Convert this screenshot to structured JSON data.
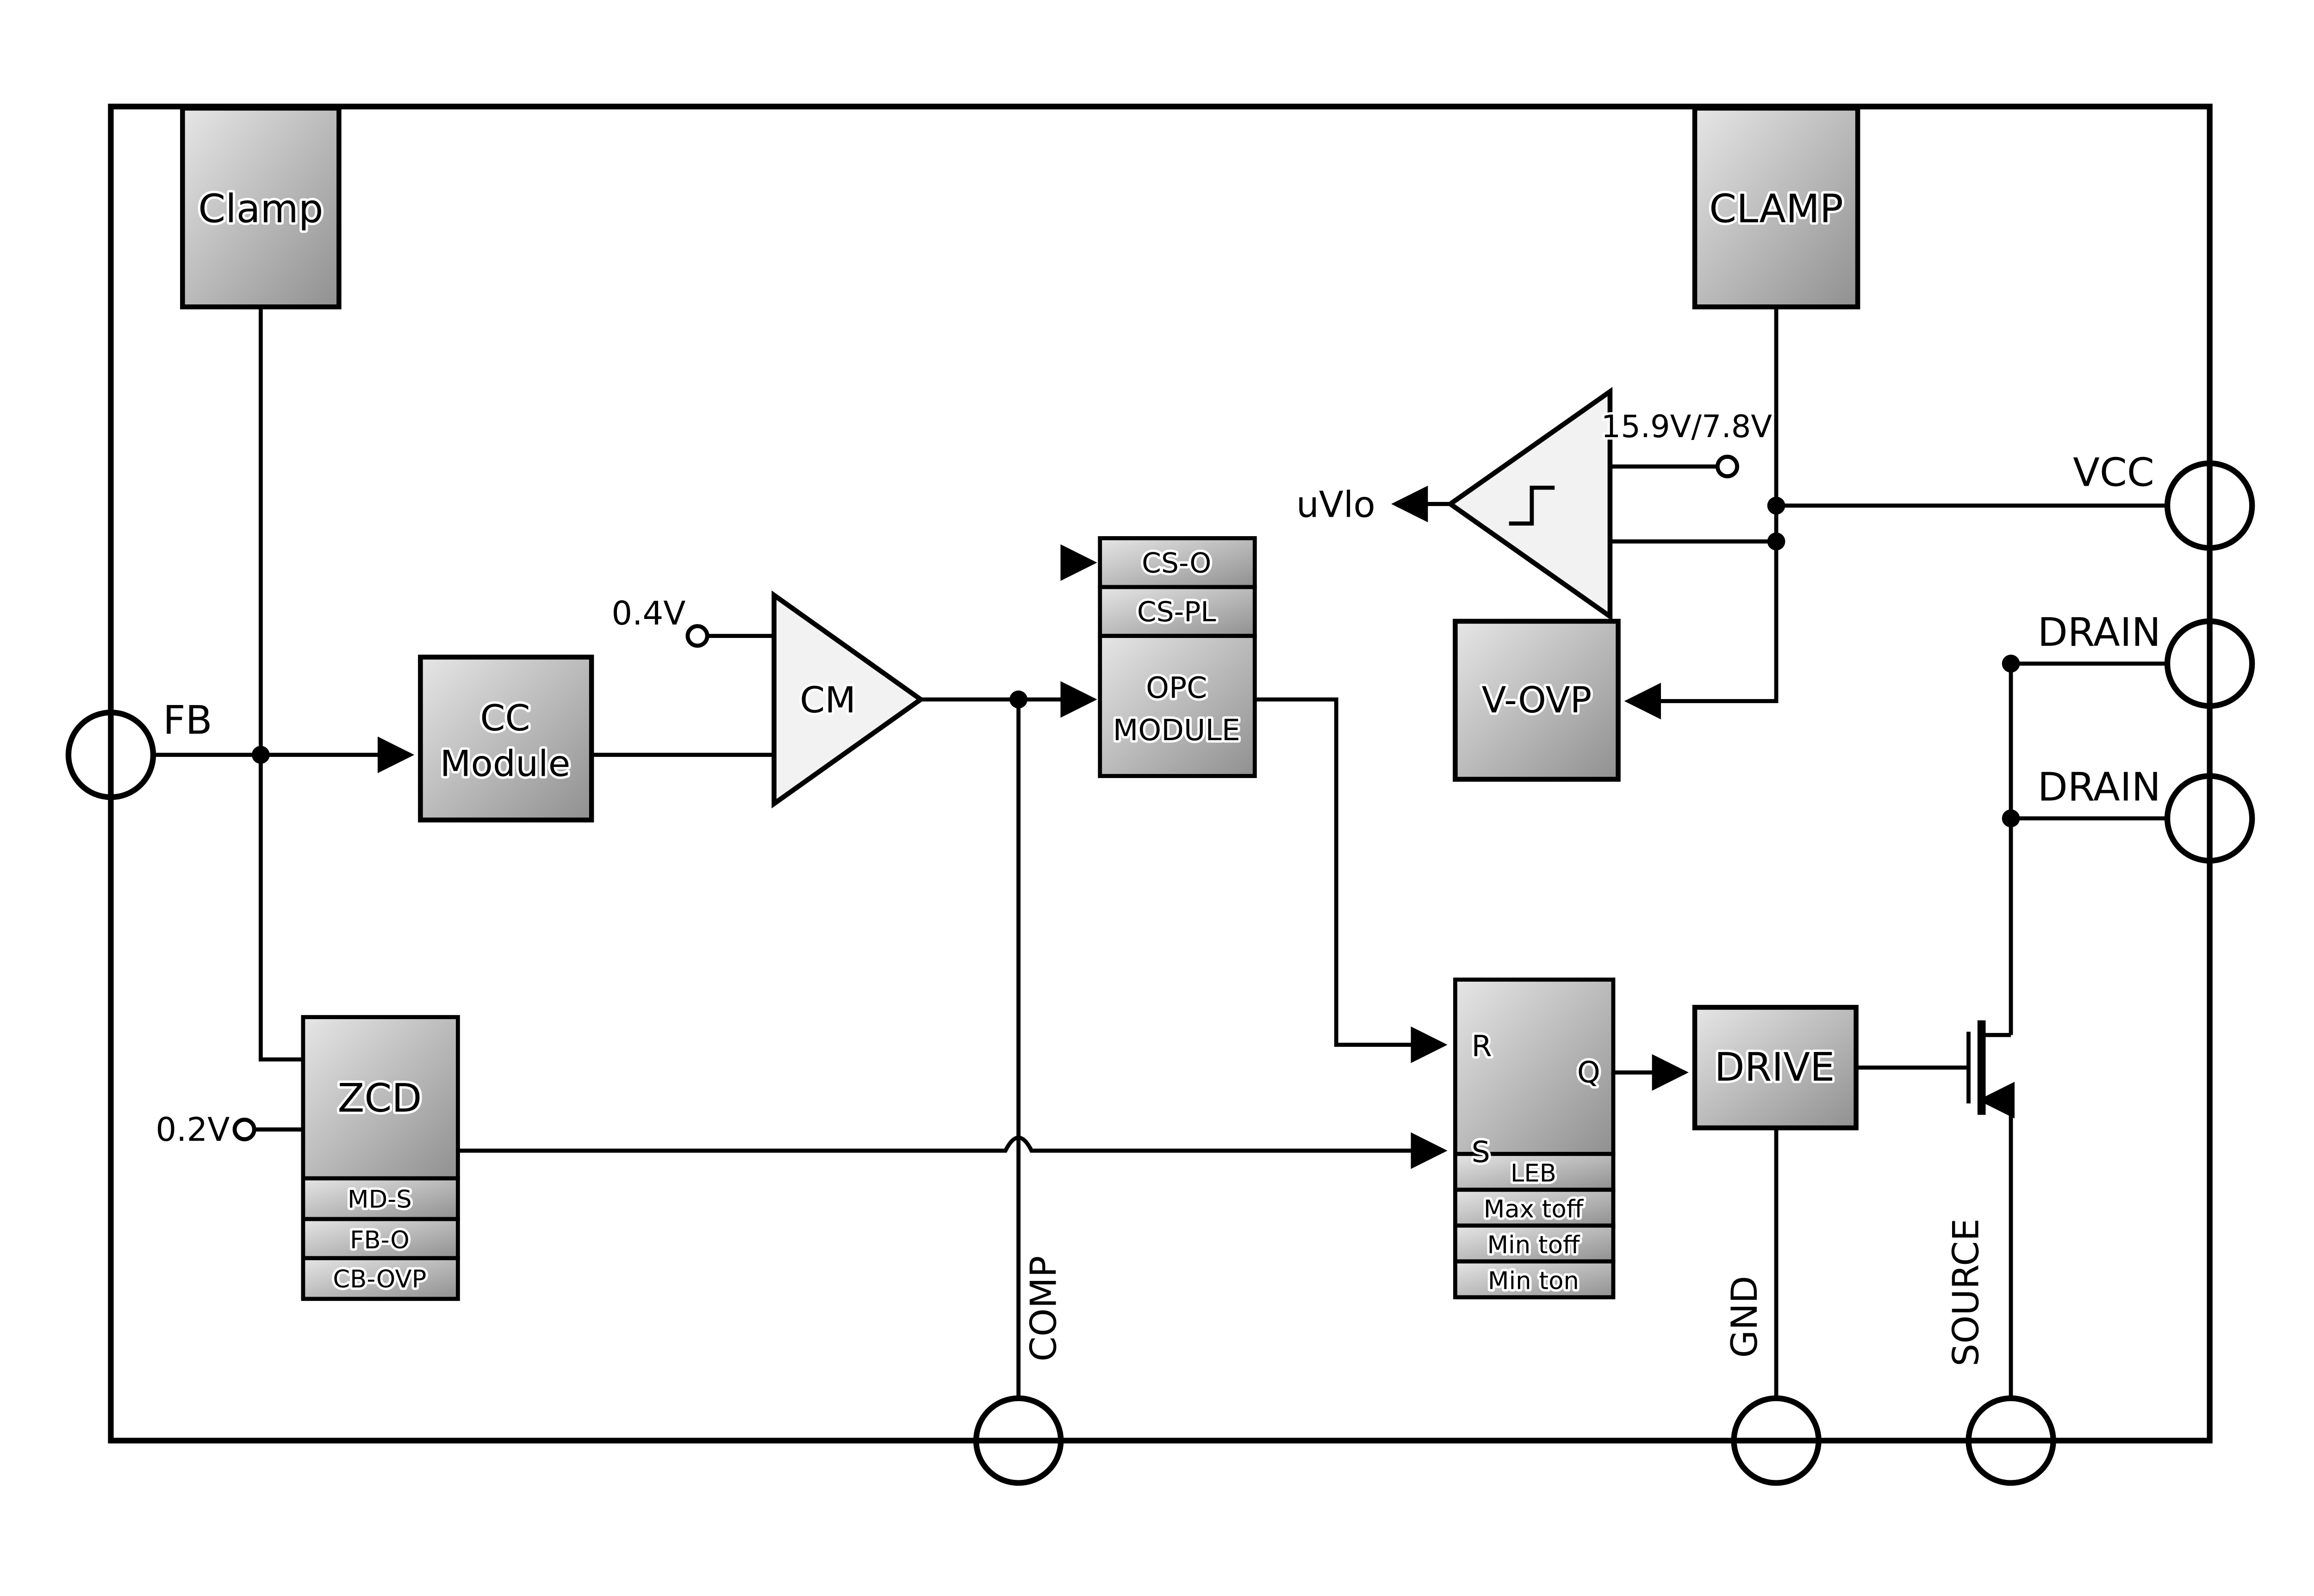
{
  "blocks": {
    "clamp_left": "Clamp",
    "clamp_right": "CLAMP",
    "cc_line1": "CC",
    "cc_line2": "Module",
    "cm": "CM",
    "cs_row1": "CS-O",
    "cs_row2": "CS-PL",
    "opc_line1": "OPC",
    "opc_line2": "MODULE",
    "v_ovp": "V-OVP",
    "zcd": "ZCD",
    "md_s": "MD-S",
    "fb_o": "FB-O",
    "cb_ovp": "CB-OVP",
    "latch_r": "R",
    "latch_s": "S",
    "latch_q": "Q",
    "leb": "LEB",
    "max_toff": "Max toff",
    "min_toff": "Min toff",
    "min_ton": "Min ton",
    "drive": "DRIVE"
  },
  "pins": {
    "fb": "FB",
    "vcc": "VCC",
    "drain_top": "DRAIN",
    "drain_bottom": "DRAIN",
    "comp": "COMP",
    "gnd": "GND",
    "source": "SOURCE"
  },
  "labels": {
    "uvlo_output": "uVlo",
    "uvlo_threshold": "15.9V/7.8V",
    "vref_cm": "0.4V",
    "vref_zcd": "0.2V"
  },
  "colors": {
    "line": "#000000",
    "block_light": "#e6e6e6",
    "block_dark": "#909090",
    "background": "#ffffff"
  }
}
